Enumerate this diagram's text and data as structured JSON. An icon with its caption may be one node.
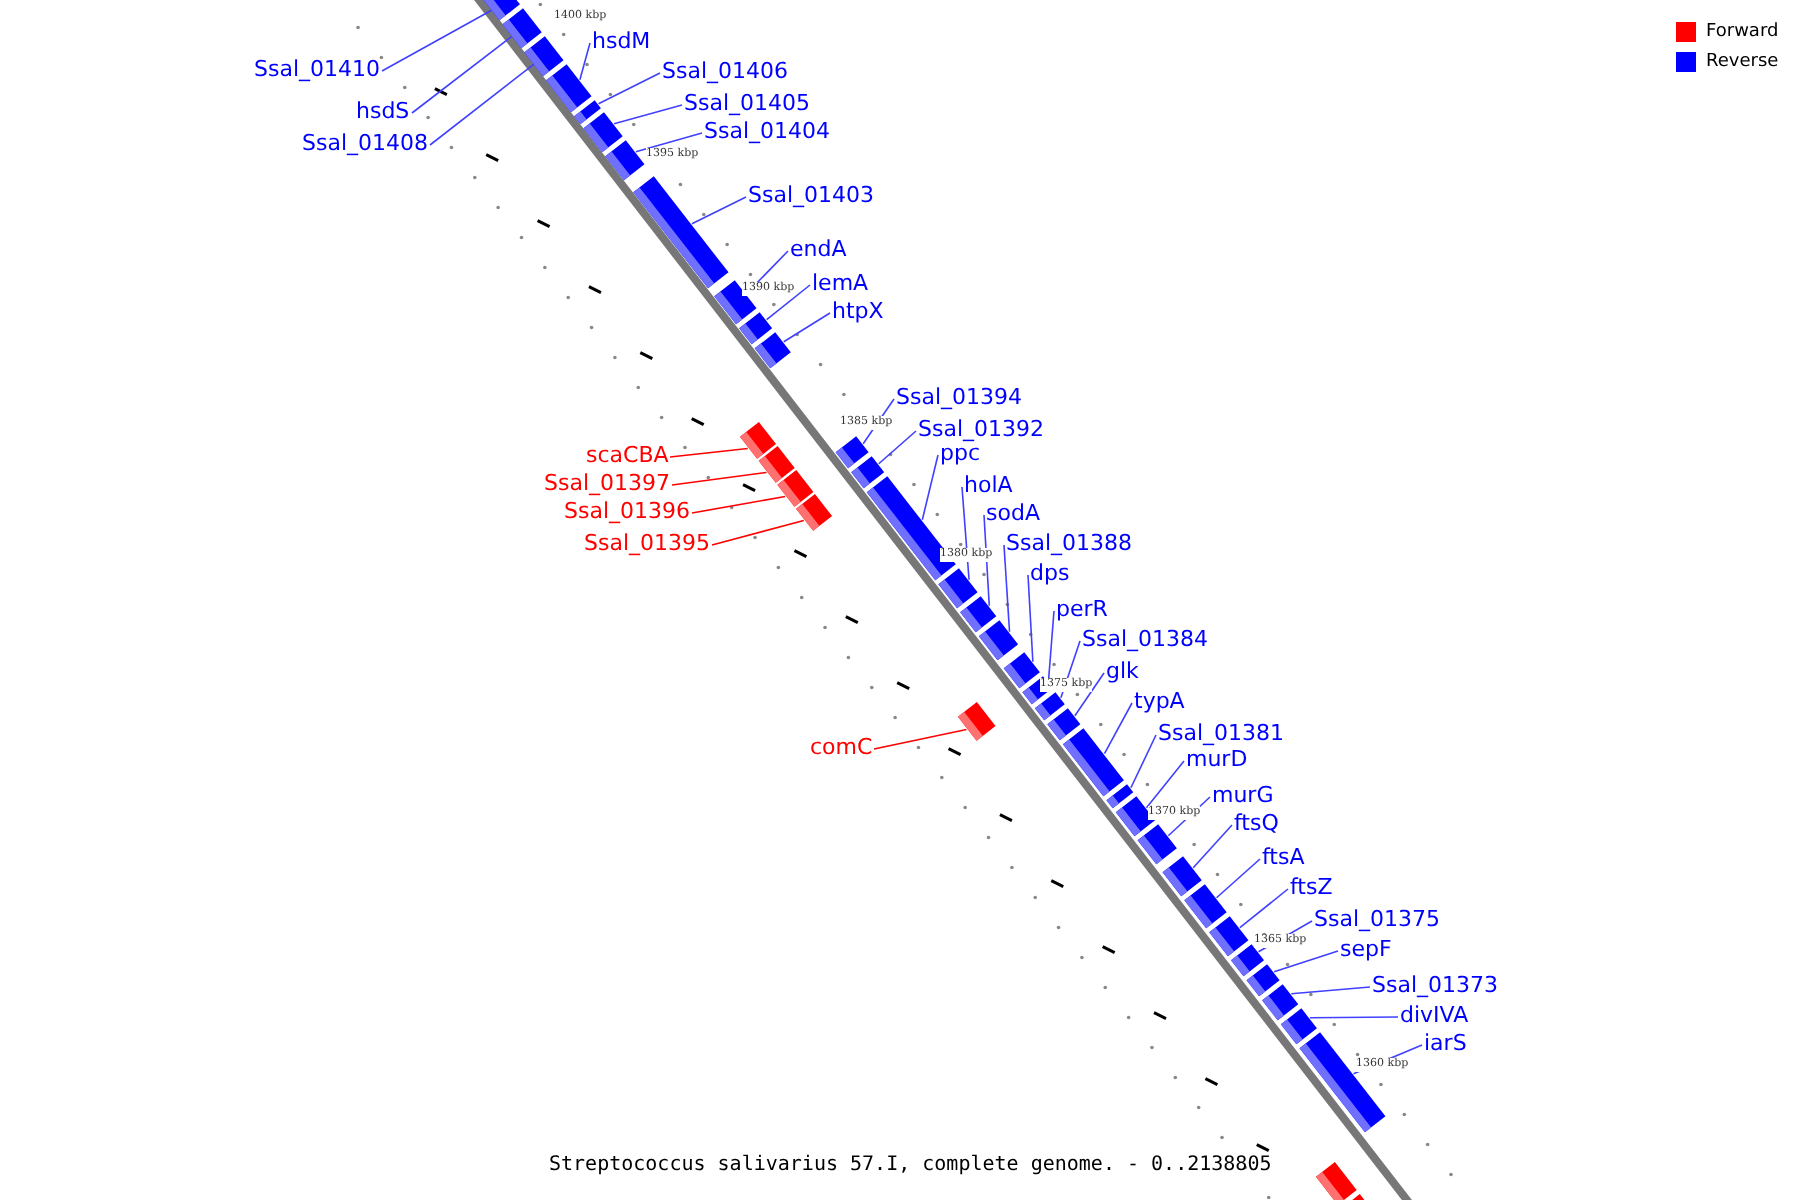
{
  "diagram": {
    "caption": "Streptococcus salivarius 57.I, complete genome. - 0..2138805",
    "nodes": [
      {
        "text": [
          "hsdM"
        ]
      },
      {
        "text": [
          "Ssal_01410"
        ]
      },
      {
        "text": [
          "Ssal_01406"
        ]
      },
      {
        "text": [
          "hsdS"
        ]
      },
      {
        "text": [
          "Ssal_01405"
        ]
      },
      {
        "text": [
          "Ssal_01404"
        ]
      },
      {
        "text": [
          "Ssal_01408"
        ]
      },
      {
        "text": [
          "Ssal_01403"
        ]
      },
      {
        "text": [
          "endA"
        ]
      },
      {
        "text": [
          "lemA"
        ]
      },
      {
        "text": [
          "htpX"
        ]
      },
      {
        "text": [
          "Ssal_01394"
        ]
      },
      {
        "text": [
          "Ssal_01392"
        ]
      },
      {
        "text": [
          "ppc"
        ]
      },
      {
        "text": [
          "scaCBA"
        ]
      },
      {
        "text": [
          "Ssal_01397"
        ]
      },
      {
        "text": [
          "holA"
        ]
      },
      {
        "text": [
          "Ssal_01396"
        ]
      },
      {
        "text": [
          "sodA"
        ]
      },
      {
        "text": [
          "Ssal_01395"
        ]
      },
      {
        "text": [
          "Ssal_01388"
        ]
      },
      {
        "text": [
          "dps"
        ]
      },
      {
        "text": [
          "perR"
        ]
      },
      {
        "text": [
          "Ssal_01384"
        ]
      },
      {
        "text": [
          "glk"
        ]
      },
      {
        "text": [
          "typA"
        ]
      },
      {
        "text": [
          "Ssal_01381"
        ]
      },
      {
        "text": [
          "comC"
        ]
      },
      {
        "text": [
          "murD"
        ]
      },
      {
        "text": [
          "murG"
        ]
      },
      {
        "text": [
          "ftsQ"
        ]
      },
      {
        "text": [
          "ftsA"
        ]
      },
      {
        "text": [
          "ftsZ"
        ]
      },
      {
        "text": [
          "Ssal_01375"
        ]
      },
      {
        "text": [
          "sepF"
        ]
      },
      {
        "text": [
          "Ssal_01373"
        ]
      },
      {
        "text": [
          "divIVA"
        ]
      },
      {
        "text": [
          "iarS"
        ]
      },
      {
        "text": [],
        "shape": "bar"
      },
      {
        "text": [],
        "shape": "bar"
      },
      {
        "text": [],
        "shape": "bar"
      },
      {
        "text": [],
        "shape": "bar"
      },
      {
        "text": [],
        "shape": "bar"
      },
      {
        "text": [],
        "shape": "bar"
      },
      {
        "text": [],
        "shape": "bar"
      },
      {
        "text": [],
        "shape": "bar"
      },
      {
        "text": [],
        "shape": "bar"
      },
      {
        "text": [],
        "shape": "bar"
      },
      {
        "text": [],
        "shape": "bar"
      },
      {
        "text": [],
        "shape": "bar"
      },
      {
        "text": [],
        "shape": "bar"
      },
      {
        "text": [],
        "shape": "bar"
      },
      {
        "text": [],
        "shape": "bar"
      },
      {
        "text": [],
        "shape": "bar"
      },
      {
        "text": [],
        "shape": "bar"
      },
      {
        "text": [],
        "shape": "bar"
      },
      {
        "text": [],
        "shape": "bar"
      },
      {
        "text": [],
        "shape": "bar"
      },
      {
        "text": [],
        "shape": "bar"
      },
      {
        "text": [],
        "shape": "bar"
      },
      {
        "text": [],
        "shape": "bar"
      },
      {
        "text": [],
        "shape": "bar"
      },
      {
        "text": [],
        "shape": "bar"
      },
      {
        "text": [],
        "shape": "bar"
      },
      {
        "text": [],
        "shape": "bar"
      },
      {
        "text": [],
        "shape": "bar"
      },
      {
        "text": [],
        "shape": "bar"
      },
      {
        "text": [],
        "shape": "bar"
      },
      {
        "text": [],
        "shape": "bar"
      },
      {
        "text": [],
        "shape": "bar"
      },
      {
        "text": [],
        "shape": "bar"
      },
      {
        "text": [],
        "shape": "bar"
      },
      {
        "text": [],
        "shape": "bar"
      },
      {
        "text": [],
        "shape": "bar"
      },
      {
        "text": [],
        "shape": "bar"
      },
      {
        "text": [],
        "shape": "bar"
      },
      {
        "text": [],
        "shape": "bar"
      },
      {
        "text": [],
        "shape": "bar"
      }
    ],
    "edges": [
      {
        "from": 0,
        "to": 41,
        "arrow": "none"
      },
      {
        "from": 1,
        "to": 38,
        "arrow": "none"
      },
      {
        "from": 2,
        "to": 42,
        "arrow": "none"
      },
      {
        "from": 3,
        "to": 39,
        "arrow": "none"
      },
      {
        "from": 4,
        "to": 43,
        "arrow": "none"
      },
      {
        "from": 5,
        "to": 44,
        "arrow": "none"
      },
      {
        "from": 6,
        "to": 40,
        "arrow": "none"
      },
      {
        "from": 7,
        "to": 45,
        "arrow": "none"
      },
      {
        "from": 8,
        "to": 46,
        "arrow": "none"
      },
      {
        "from": 9,
        "to": 47,
        "arrow": "none"
      },
      {
        "from": 10,
        "to": 48,
        "arrow": "none"
      },
      {
        "from": 11,
        "to": 52,
        "arrow": "none"
      },
      {
        "from": 12,
        "to": 54,
        "arrow": "none"
      },
      {
        "from": 13,
        "to": 55,
        "arrow": "none"
      },
      {
        "from": 14,
        "to": 49,
        "arrow": "none",
        "color": "#ff0000"
      },
      {
        "from": 15,
        "to": 50,
        "arrow": "none",
        "color": "#ff0000"
      },
      {
        "from": 16,
        "to": 56,
        "arrow": "none"
      },
      {
        "from": 17,
        "to": 51,
        "arrow": "none",
        "color": "#ff0000"
      },
      {
        "from": 18,
        "to": 57,
        "arrow": "none"
      },
      {
        "from": 19,
        "to": 53,
        "arrow": "none",
        "color": "#ff0000"
      },
      {
        "from": 20,
        "to": 58,
        "arrow": "none"
      },
      {
        "from": 21,
        "to": 59,
        "arrow": "none"
      },
      {
        "from": 22,
        "to": 61,
        "arrow": "none"
      },
      {
        "from": 23,
        "to": 62,
        "arrow": "none"
      },
      {
        "from": 24,
        "to": 63,
        "arrow": "none"
      },
      {
        "from": 25,
        "to": 64,
        "arrow": "none"
      },
      {
        "from": 26,
        "to": 65,
        "arrow": "none"
      },
      {
        "from": 27,
        "to": 60,
        "arrow": "none",
        "color": "#ff0000"
      },
      {
        "from": 28,
        "to": 66,
        "arrow": "none"
      },
      {
        "from": 29,
        "to": 67,
        "arrow": "none"
      },
      {
        "from": 30,
        "to": 68,
        "arrow": "none"
      },
      {
        "from": 31,
        "to": 69,
        "arrow": "none"
      },
      {
        "from": 32,
        "to": 70,
        "arrow": "none"
      },
      {
        "from": 33,
        "to": 71,
        "arrow": "none"
      },
      {
        "from": 34,
        "to": 72,
        "arrow": "none"
      },
      {
        "from": 35,
        "to": 73,
        "arrow": "none"
      },
      {
        "from": 36,
        "to": 74,
        "arrow": "none"
      },
      {
        "from": 37,
        "to": 75,
        "arrow": "none"
      }
    ],
    "labels": [
      "1400 kbp",
      "1395 kbp",
      "1390 kbp",
      "1385 kbp",
      "1380 kbp",
      "1375 kbp",
      "1370 kbp",
      "1365 kbp",
      "1360 kbp"
    ],
    "legend": [
      {
        "text": "Forward",
        "color": "#ff0000"
      },
      {
        "text": "Reverse",
        "color": "#0000ff"
      }
    ]
  }
}
